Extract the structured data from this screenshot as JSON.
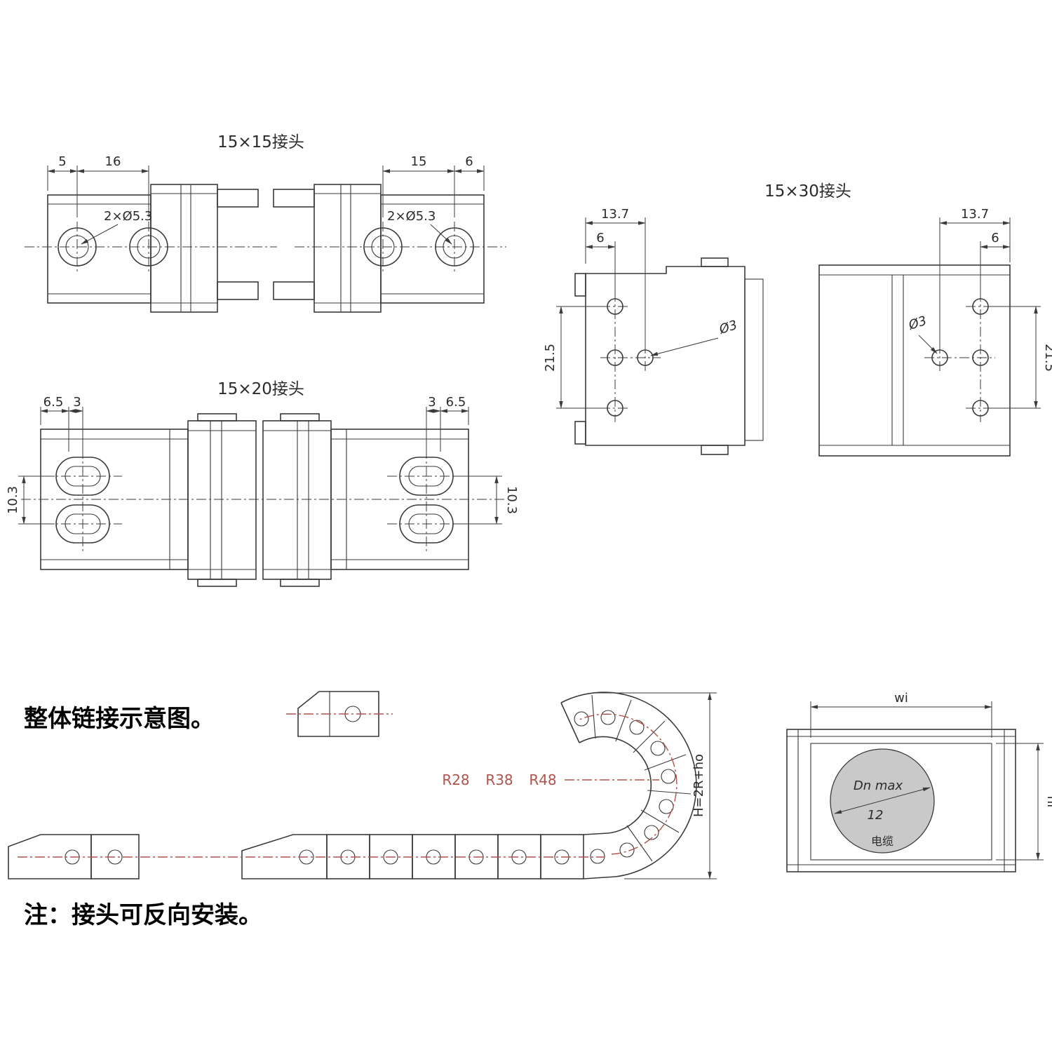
{
  "sections": {
    "c1515": {
      "title": "15×15接头",
      "hole_label": "2×Ø5.3",
      "dims": {
        "d5": "5",
        "d16": "16",
        "d15": "15",
        "d6": "6"
      }
    },
    "c1520": {
      "title": "15×20接头",
      "dims": {
        "d65": "6.5",
        "d3": "3",
        "d103": "10.3"
      }
    },
    "c1530": {
      "title": "15×30接头",
      "hole_label": "Ø3",
      "dims": {
        "d137": "13.7",
        "d6": "6",
        "d215": "21.5"
      }
    },
    "assembly": {
      "caption": "整体链接示意图。",
      "radii": [
        "R28",
        "R38",
        "R48"
      ],
      "height_label": "H=2R+ho"
    },
    "cross_section": {
      "wi": "wi",
      "hi": "hi",
      "dn_label": "Dn max",
      "dn_value": "12",
      "cable": "电缆"
    },
    "note": "注：接头可反向安装。"
  },
  "colors": {
    "line": "#3a3a3a",
    "red_centerline": "#b0524c",
    "circle_fill": "#c9c9c9"
  }
}
